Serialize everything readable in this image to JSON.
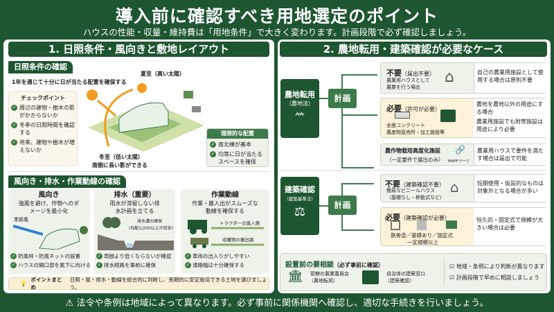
{
  "header": {
    "title": "導入前に確認すべき用地選定のポイント",
    "subtitle": "ハウスの性能・収量・維持費は「用地条件」で大きく変わります。計画段階で必ず確認しましょう。"
  },
  "left": {
    "title": "1. 日照条件・風向きと敷地レイアウト",
    "sun": {
      "tab": "日照条件の確認",
      "lead": "1年を通じて十分に日が当たる配置を確保する",
      "summer": "夏至（高い太陽）",
      "winter": "冬至（低い太陽）",
      "winter_note": "南側に長い影ができる",
      "checkpoint_title": "チェックポイント",
      "checkpoints": [
        "周辺の建物・樹木の影がかからないか",
        "冬季の日照時間を確認する",
        "将来、建物や樹木が増えないか"
      ],
      "ideal_title": "理想的な配置",
      "ideal": [
        "南北棟が基本",
        "均等に日が当たるスペースを確保"
      ]
    },
    "site": {
      "tab": "風向き・排水・作業動線の確認",
      "cards": [
        {
          "title": "風向き",
          "desc": "強風を避け、作物へのダメージを最小化",
          "label": "季節風",
          "checks": [
            "防風林・防風ネットの設置",
            "ハウスの開口部を風下に向ける"
          ]
        },
        {
          "title": "排水（重要）",
          "desc": "雨水が滞留しない排水計画を立てる",
          "label": "排水溝の確保",
          "label2": "(勾配1/200以上が目安)",
          "checks": [
            "周囲より低くならないか確認",
            "排水経路を事前に確保"
          ]
        },
        {
          "title": "作業動線",
          "desc": "作業・搬入出がスムーズな動線を確保する",
          "label": "トラクターの進入路",
          "label2": "収穫物の搬出路",
          "checks": [
            "車両の出入りがしやすい",
            "通路幅は十分確保する"
          ]
        }
      ],
      "summary_label": "ポイントまとめ",
      "summary": "日照・風・排水・動線を総合的に判断し、長期的に安定栽培できる土地を選びましょう。"
    }
  },
  "right": {
    "title": "2. 農地転用・建築確認が必要なケース",
    "farmland": {
      "name": "農地転用",
      "law": "（農地法）",
      "plan": "計画",
      "cases": [
        {
          "head": "不要",
          "sub": "（届出不要）",
          "desc": [
            "農業用ハウスとして",
            "農業を行う場合"
          ],
          "notes": [
            "自己の農業用施設として使用する場合は原則不要"
          ]
        },
        {
          "head": "必要",
          "sub": "（許可が必要）",
          "desc": [
            "全面コンクリート",
            "農産物直売所・加工施設等"
          ],
          "notes": [
            "農地を農地以外の用途にする場合",
            "農業用施設でも附帯施設は用途により必要"
          ]
        },
        {
          "head": "農作物栽培高度化施設",
          "sub": "（一定要件で届出のみ）",
          "link": "MAFFページ",
          "notes": [
            "農業用ハウスで要件を満たす場合は届出で可能"
          ]
        }
      ]
    },
    "building": {
      "name": "建築確認",
      "law": "（建築基準法）",
      "plan": "計画",
      "cases": [
        {
          "head": "不要",
          "sub": "（建築確認不要）",
          "desc": [
            "簡易なビニールハウス",
            "（基礎なし・移動式など）"
          ],
          "notes": [
            "短期使用・仮設的なものは対象外となる場合が多い"
          ]
        },
        {
          "head": "必要",
          "sub": "（建築確認が必要）",
          "desc": [
            "鉄骨造／基礎あり／固定式",
            "一定規模以上"
          ],
          "notes": [
            "恒久的・固定式で規模が大きい場合は必要"
          ]
        }
      ]
    },
    "consult": {
      "title": "設置前の要相談",
      "title_sub": "（必ず事前に確認）",
      "offices": [
        {
          "name": "管轄の農業委員会",
          "sub": "（農地転用）"
        },
        {
          "name": "自治体の建築窓口",
          "sub": "（建築確認）"
        }
      ],
      "checks": [
        "地域・条例により判断が異なります",
        "計画段階で早めに相談しましょう"
      ]
    }
  },
  "footer": {
    "warning": "法令や条例は地域によって異なります。必ず事前に関係機関へ確認し、適切な手続きを行いましょう。"
  },
  "colors": {
    "primary": "#1e5631",
    "accent": "#f39c1f",
    "need_bg": "#fdf1d8",
    "light": "#eef3ea"
  }
}
